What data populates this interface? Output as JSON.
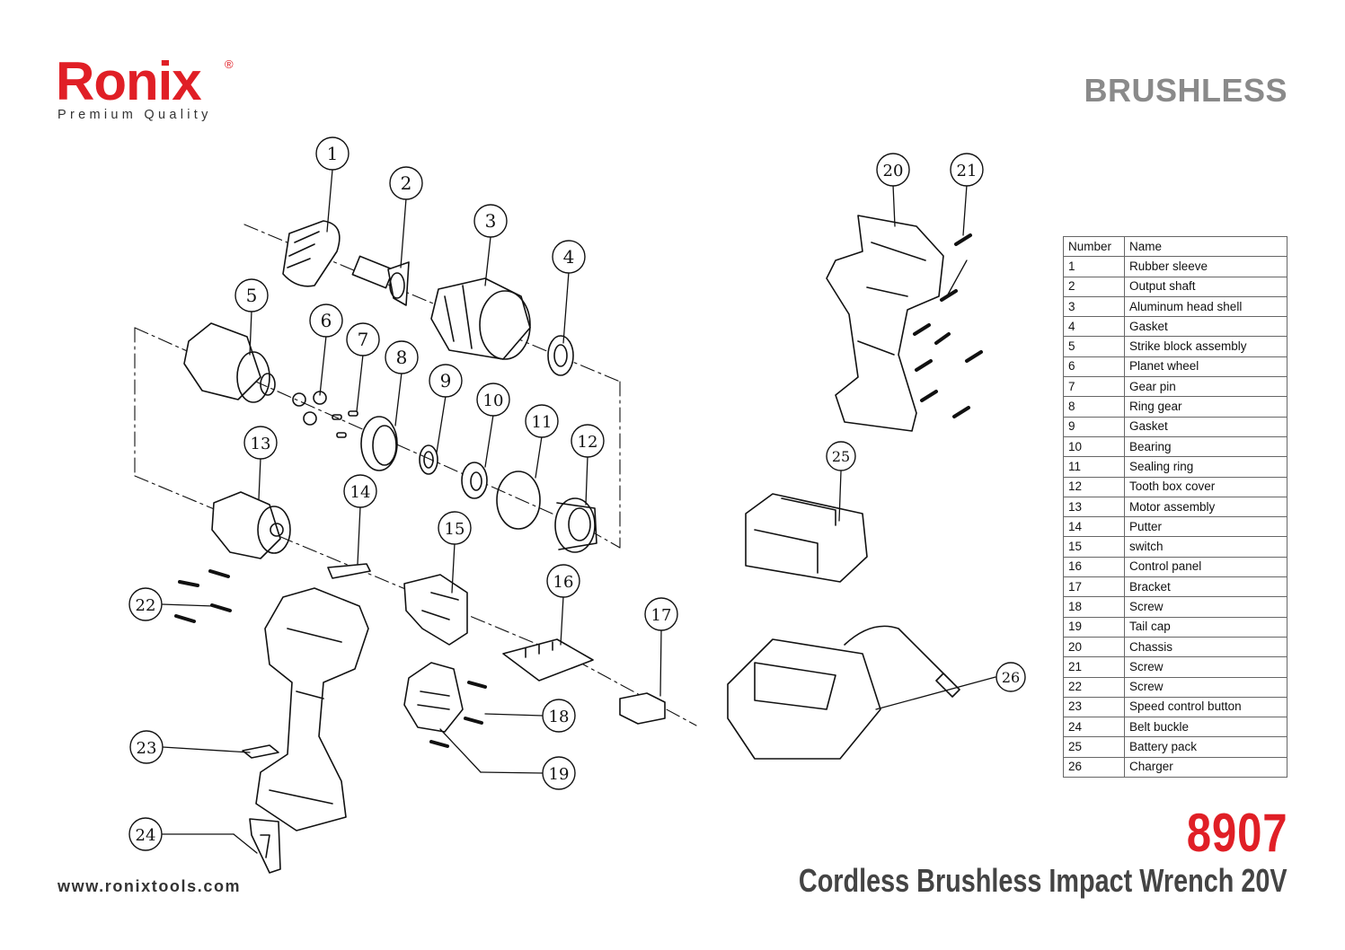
{
  "brand": {
    "name": "Ronix",
    "registered": "®",
    "tagline": "Premium Quality"
  },
  "header": {
    "badge": "BRUSHLESS"
  },
  "table": {
    "headers": [
      "Number",
      "Name"
    ],
    "rows": [
      [
        "1",
        "Rubber sleeve"
      ],
      [
        "2",
        "Output shaft"
      ],
      [
        "3",
        "Aluminum head shell"
      ],
      [
        "4",
        "Gasket"
      ],
      [
        "5",
        "Strike block assembly"
      ],
      [
        "6",
        "Planet wheel"
      ],
      [
        "7",
        "Gear pin"
      ],
      [
        "8",
        "Ring gear"
      ],
      [
        "9",
        "Gasket"
      ],
      [
        "10",
        "Bearing"
      ],
      [
        "11",
        "Sealing ring"
      ],
      [
        "12",
        "Tooth box cover"
      ],
      [
        "13",
        "Motor assembly"
      ],
      [
        "14",
        "Putter"
      ],
      [
        "15",
        "switch"
      ],
      [
        "16",
        "Control panel"
      ],
      [
        "17",
        "Bracket"
      ],
      [
        "18",
        "Screw"
      ],
      [
        "19",
        "Tail cap"
      ],
      [
        "20",
        "Chassis"
      ],
      [
        "21",
        "Screw"
      ],
      [
        "22",
        "Screw"
      ],
      [
        "23",
        "Speed control button"
      ],
      [
        "24",
        "Belt buckle"
      ],
      [
        "25",
        "Battery pack"
      ],
      [
        "26",
        "Charger"
      ]
    ]
  },
  "callouts": [
    "1",
    "2",
    "3",
    "4",
    "5",
    "6",
    "7",
    "8",
    "9",
    "10",
    "11",
    "12",
    "13",
    "14",
    "15",
    "16",
    "17",
    "18",
    "19",
    "20",
    "21",
    "22",
    "23",
    "24",
    "25",
    "26"
  ],
  "footer": {
    "model": "8907",
    "product": "Cordless Brushless Impact Wrench 20V",
    "website": "www.ronixtools.com"
  },
  "colors": {
    "brand_red": "#e01f26",
    "grey_text": "#8a8a8a",
    "line": "#111111"
  }
}
